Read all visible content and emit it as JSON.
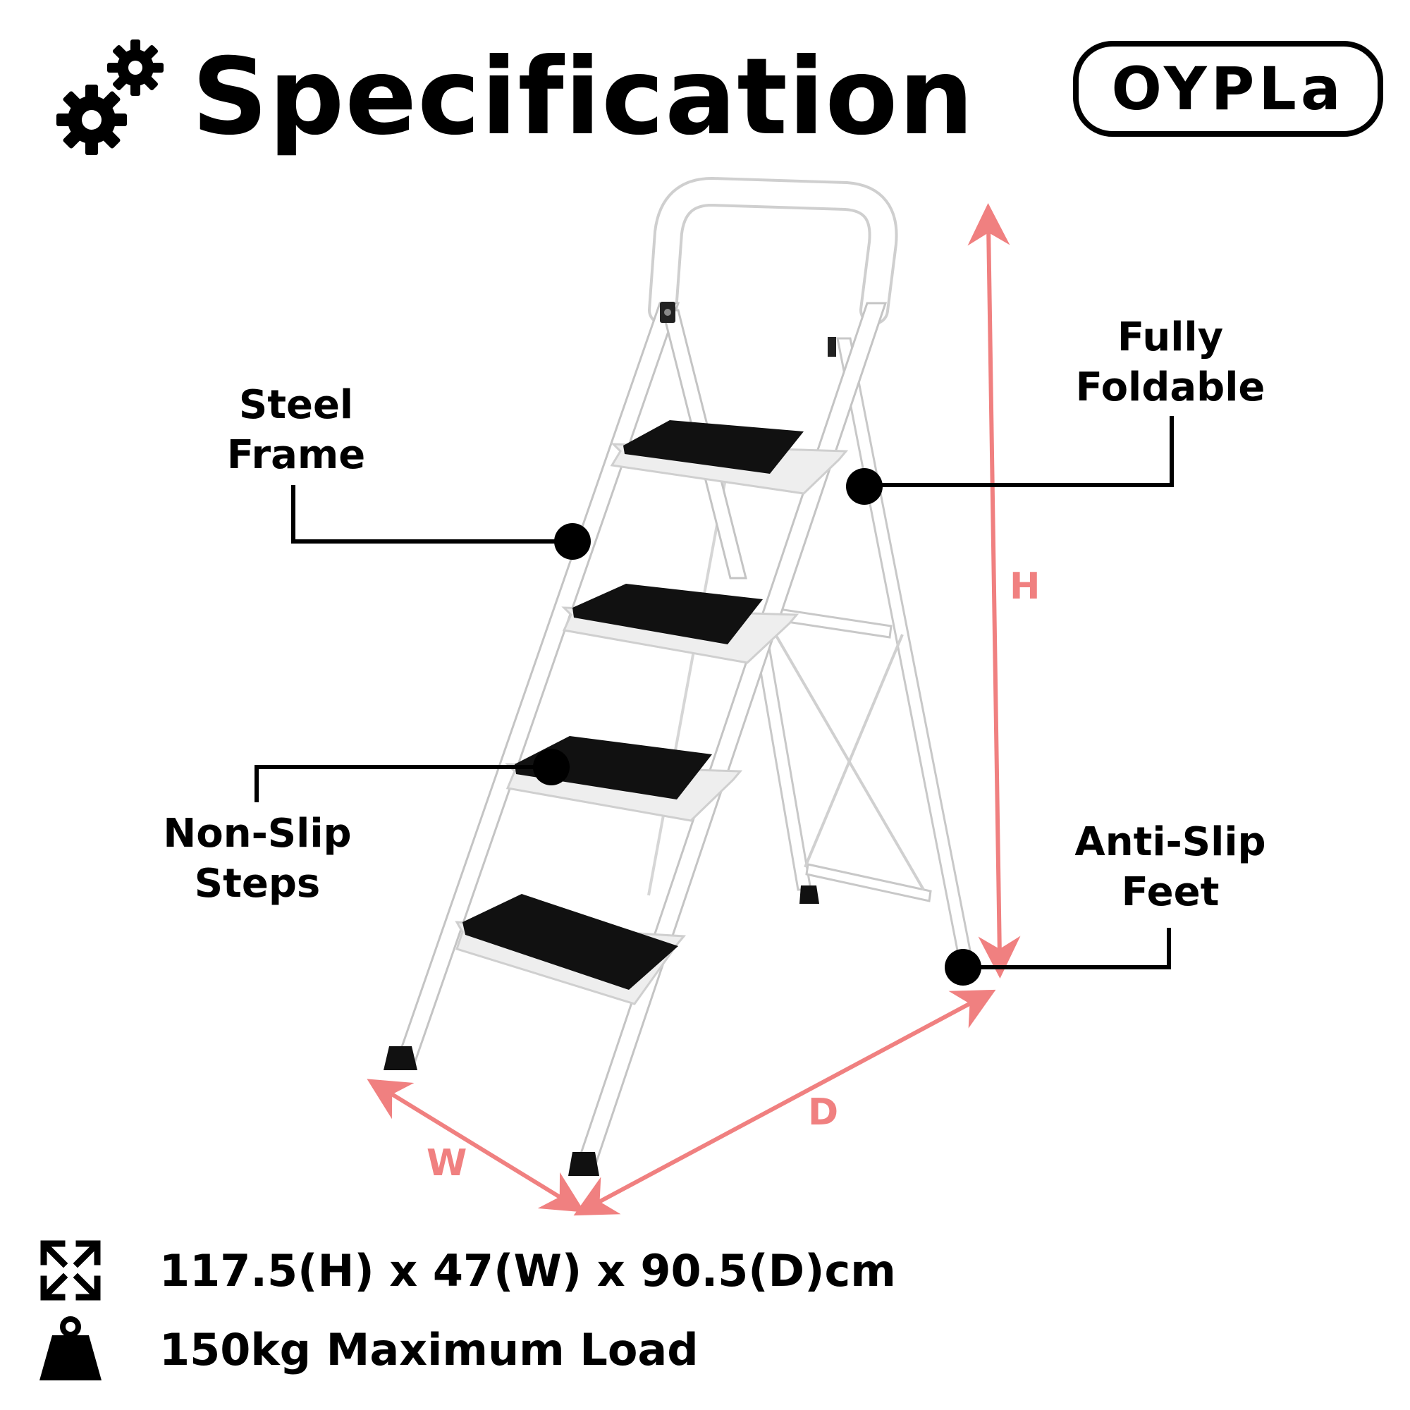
{
  "header": {
    "title": "Specification",
    "brand": "OYPLa",
    "title_icon": "gears-icon"
  },
  "callouts": {
    "steel_frame": [
      "Steel",
      "Frame"
    ],
    "fully_foldable": [
      "Fully",
      "Foldable"
    ],
    "non_slip_steps": [
      "Non-Slip",
      "Steps"
    ],
    "anti_slip_feet": [
      "Anti-Slip",
      "Feet"
    ]
  },
  "dimension_labels": {
    "height": "H",
    "width": "W",
    "depth": "D"
  },
  "specs": {
    "dimensions": "117.5(H) x 47(W) x 90.5(D)cm",
    "dimensions_icon": "expand-arrows-icon",
    "load": "150kg Maximum Load",
    "load_icon": "weight-icon"
  },
  "colors": {
    "accent": "#f08080",
    "text": "#000000",
    "background": "#ffffff"
  }
}
